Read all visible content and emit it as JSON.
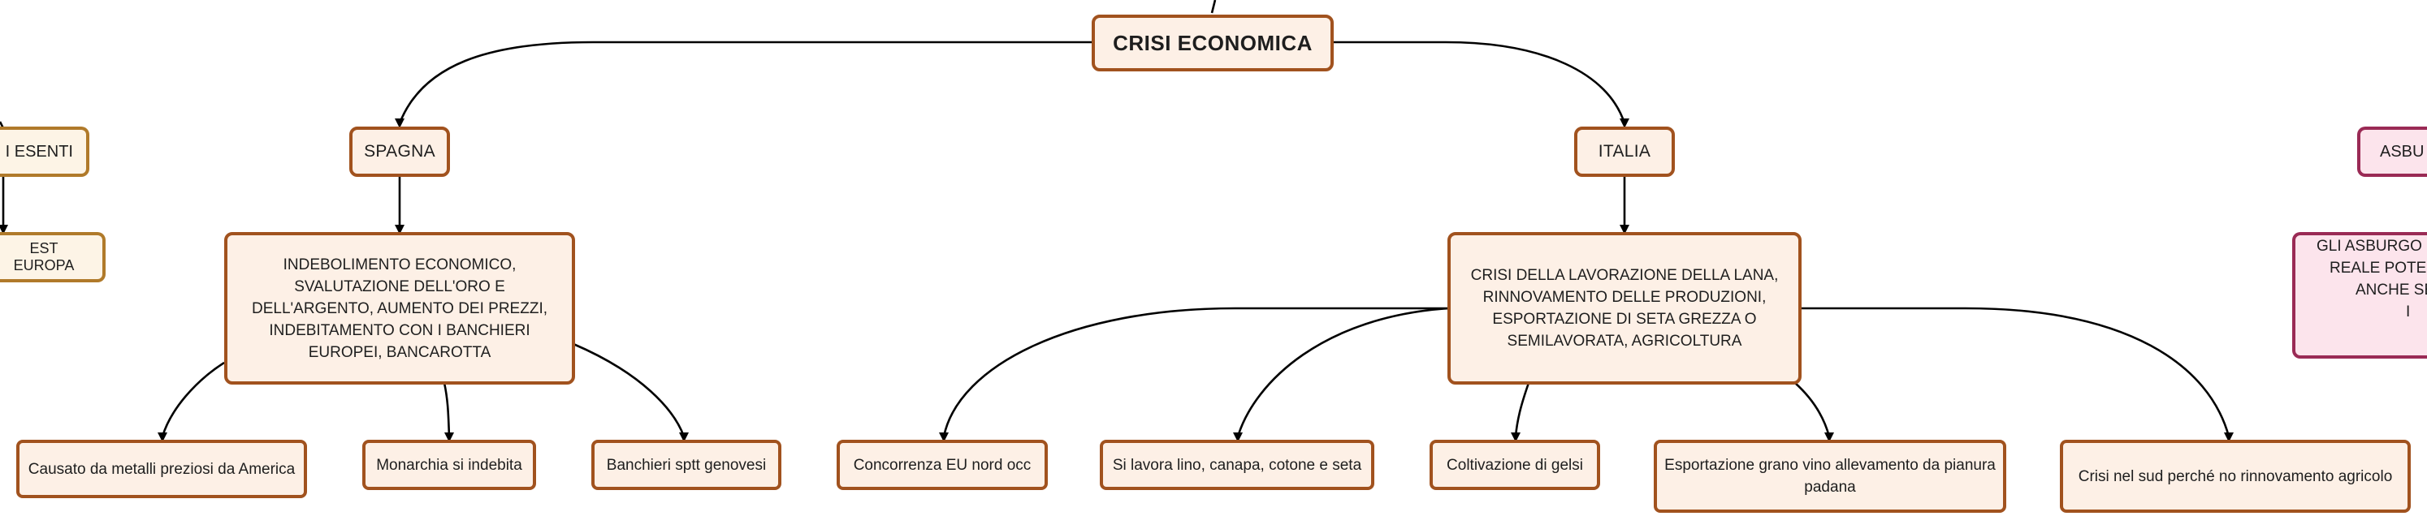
{
  "root": {
    "label": "CRISI ECONOMICA"
  },
  "spagna": {
    "label": "SPAGNA",
    "detail": "INDEBOLIMENTO ECONOMICO, SVALUTAZIONE DELL'ORO E DELL'ARGENTO, AUMENTO DEI PREZZI, INDEBITAMENTO CON I BANCHIERI EUROPEI, BANCAROTTA",
    "leaves": [
      "Causato da metalli preziosi da America",
      "Monarchia si indebita",
      "Banchieri sptt genovesi"
    ]
  },
  "italia": {
    "label": "ITALIA",
    "detail": "CRISI DELLA LAVORAZIONE DELLA LANA, RINNOVAMENTO DELLE PRODUZIONI, ESPORTAZIONE DI SETA GREZZA O SEMILAVORATA, AGRICOLTURA",
    "leaves": [
      "Concorrenza EU nord occ",
      "Si lavora lino, canapa, cotone e seta",
      "Coltivazione di gelsi",
      "Esportazione grano vino allevamento da pianura padana",
      "Crisi nel sud perché no rinnovamento agricolo"
    ]
  },
  "left_partial": {
    "label": "I ESENTI",
    "child": "EST EUROPA"
  },
  "right_partial": {
    "label": "ASBU",
    "detail_lines": [
      "GLI ASBURGO D",
      "REALE POTER",
      "ANCHE SE I",
      "I"
    ]
  },
  "colors": {
    "node_border": "#a1521e",
    "node_fill": "#fdf0e6",
    "amber_border": "#b07a2a",
    "pink_border": "#9a2a55",
    "pink_fill": "#fce4ec",
    "edge": "#000000"
  }
}
